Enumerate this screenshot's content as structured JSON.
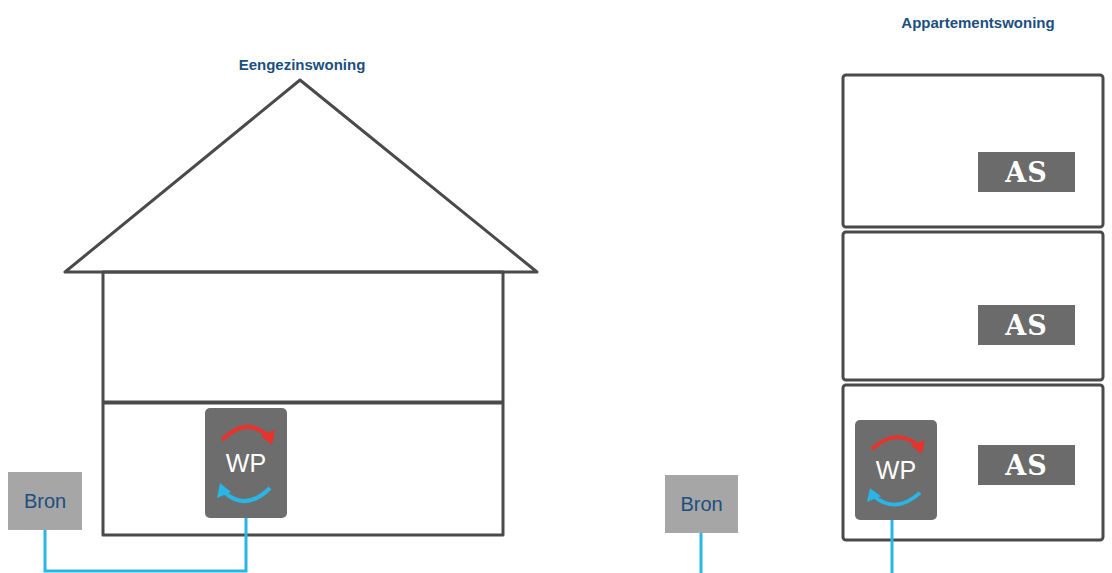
{
  "diagram": {
    "nodes": [
      {
        "text": [
          "Eengezinswoning"
        ]
      },
      {
        "text": [
          "WP"
        ],
        "in": 0
      },
      {
        "text": [
          "Bron"
        ]
      },
      {
        "text": [
          "Bron"
        ]
      },
      {
        "text": [
          "Appartementswoning"
        ]
      },
      {
        "text": [
          "AS"
        ],
        "in": 4
      },
      {
        "text": [
          "AS"
        ],
        "in": 4
      },
      {
        "text": [
          "AS"
        ],
        "in": 4
      },
      {
        "text": [
          "WP"
        ],
        "in": 4
      }
    ],
    "edges": [
      {
        "from": 2,
        "to": 1,
        "arrow": "none"
      }
    ]
  }
}
